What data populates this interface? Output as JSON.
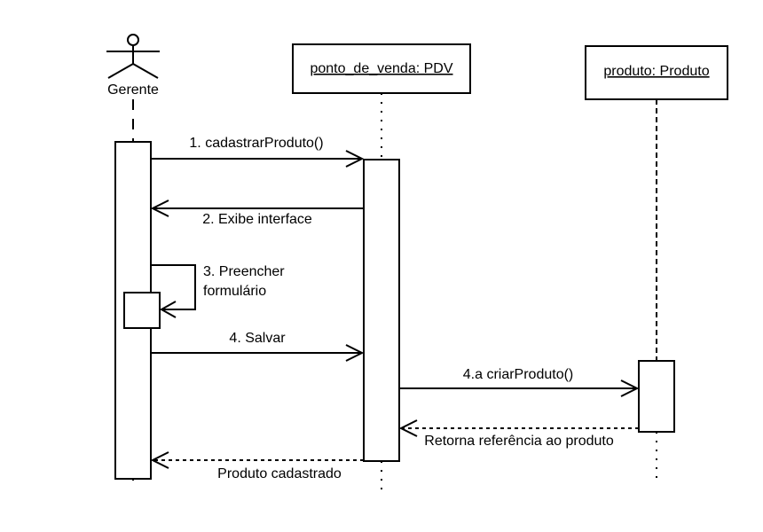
{
  "actor": {
    "name": "Gerente"
  },
  "objects": [
    {
      "id": "pdv",
      "label": "ponto_de_venda: PDV"
    },
    {
      "id": "produto",
      "label": "produto: Produto"
    }
  ],
  "messages": [
    {
      "id": "m1",
      "label": "1. cadastrarProduto()",
      "kind": "call"
    },
    {
      "id": "m2",
      "label": "2. Exibe interface",
      "kind": "call"
    },
    {
      "id": "m3",
      "label_lines": [
        "3. Preencher",
        "formulário"
      ],
      "kind": "self"
    },
    {
      "id": "m4",
      "label": "4. Salvar",
      "kind": "call"
    },
    {
      "id": "m4a",
      "label": "4.a criarProduto()",
      "kind": "call"
    },
    {
      "id": "r1",
      "label": "Retorna referência ao produto",
      "kind": "return"
    },
    {
      "id": "r2",
      "label": "Produto cadastrado",
      "kind": "return"
    }
  ]
}
